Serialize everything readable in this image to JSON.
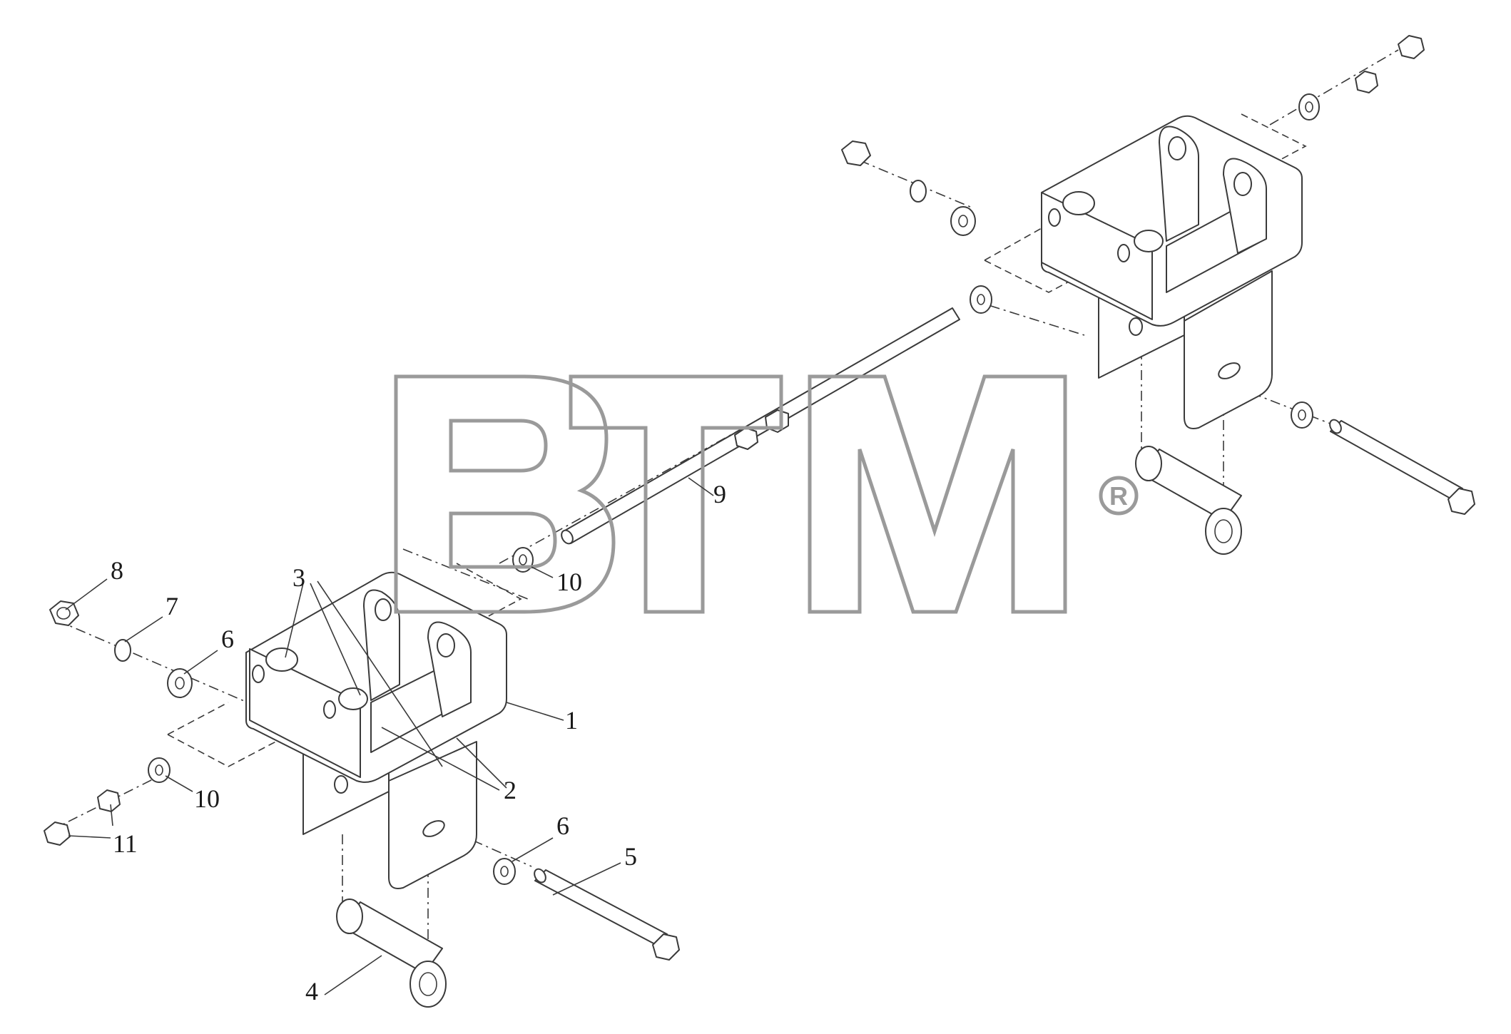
{
  "watermark": {
    "text": "BTM",
    "registered_mark": "R",
    "color": "#9a9a9a"
  },
  "callouts": [
    {
      "id": "c8",
      "label": "8"
    },
    {
      "id": "c7",
      "label": "7"
    },
    {
      "id": "c6a",
      "label": "6"
    },
    {
      "id": "c3",
      "label": "3"
    },
    {
      "id": "c1",
      "label": "1"
    },
    {
      "id": "c2",
      "label": "2"
    },
    {
      "id": "c10a",
      "label": "10"
    },
    {
      "id": "c10b",
      "label": "10"
    },
    {
      "id": "c11",
      "label": "11"
    },
    {
      "id": "c6b",
      "label": "6"
    },
    {
      "id": "c5",
      "label": "5"
    },
    {
      "id": "c4",
      "label": "4"
    },
    {
      "id": "c9",
      "label": "9"
    }
  ],
  "line_color": "#3a3a3a"
}
